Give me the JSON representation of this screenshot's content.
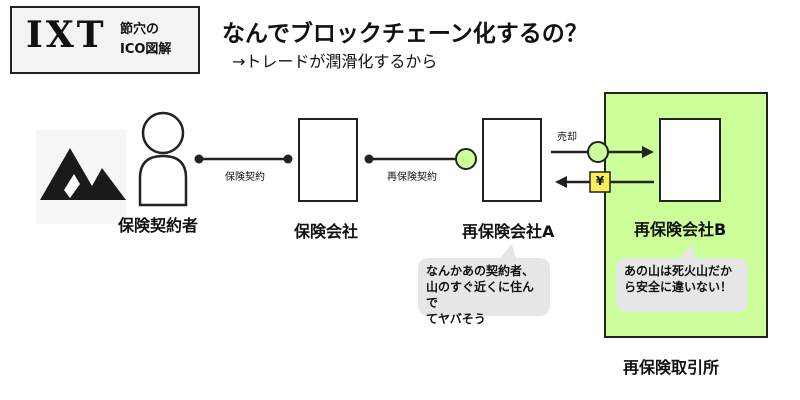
{
  "logo": {
    "main": "IXT",
    "sub_line1": "節穴の",
    "sub_line2": "ICO図解"
  },
  "header": {
    "title": "なんでブロックチェーン化するの？",
    "subtitle": "→トレードが潤滑化するから"
  },
  "nodes": {
    "policyholder": "保険契約者",
    "insurer": "保険会社",
    "reinsurer_a": "再保険会社A",
    "reinsurer_b": "再保険会社B"
  },
  "links": {
    "contract1": "保険契約",
    "contract2": "再保険契約",
    "sell": "売却"
  },
  "money_icon": "¥",
  "bubbles": {
    "a_line1": "なんかあの契約者、",
    "a_line2": "山のすぐ近くに住んで",
    "a_line3": "てヤバそう",
    "b_line1": "あの山は死火山だか",
    "b_line2": "ら安全に違いない！"
  },
  "exchange_label": "再保険取引所",
  "colors": {
    "exchange_bg": "#ccff99",
    "circle_fill": "#ccff99",
    "yen_bg": "#ffee55",
    "bubble_bg": "#e6e6e6"
  }
}
